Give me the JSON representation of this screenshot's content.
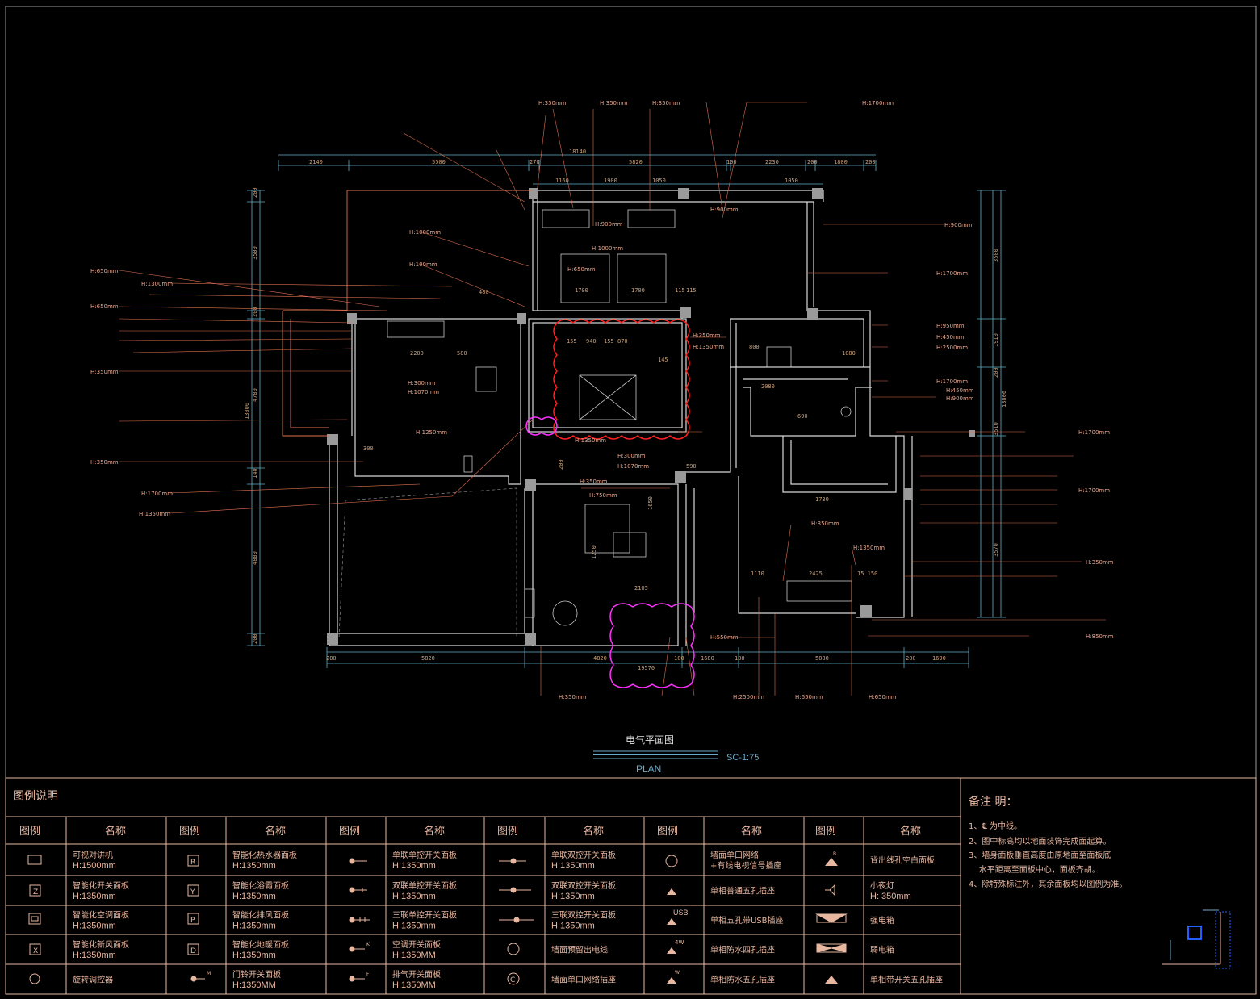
{
  "plan": {
    "title_cn": "电气平面图",
    "title_en": "PLAN",
    "scale": "SC-1:75",
    "top_dims_outer": [
      "2140",
      "5500",
      "270",
      "5820",
      "100",
      "2230",
      "200",
      "1800",
      "200"
    ],
    "top_total": "18140",
    "top_dims_inner": [
      "1160",
      "1900",
      "1050",
      "1050"
    ],
    "bottom_dims": [
      "200",
      "5820",
      "4820",
      "100",
      "1680",
      "100",
      "5080",
      "200",
      "1690"
    ],
    "bottom_total": "19570",
    "left_dims": [
      "200",
      "3500",
      "200",
      "4780",
      "13800",
      "140",
      "4880",
      "200"
    ],
    "right_dims": [
      "3500",
      "1910",
      "200",
      "13800",
      "3510",
      "3570"
    ],
    "room_dims": [
      "1700",
      "1700",
      "115",
      "115",
      "155",
      "940",
      "155",
      "870",
      "145",
      "2200",
      "1080",
      "2080",
      "1730",
      "2425",
      "1110",
      "2105",
      "1250",
      "1650",
      "480",
      "580",
      "590",
      "800",
      "690",
      "300",
      "200",
      "15 150"
    ],
    "heights_left": [
      "H:650mm",
      "H:1300mm",
      "H:650mm",
      "H:350mm",
      "H:350mm",
      "H:1700mm",
      "H:1350mm"
    ],
    "heights_top": [
      "H:350mm",
      "H:350mm",
      "H:350mm",
      "H:1700mm",
      "H:900mm",
      "H:900mm",
      "H:1000mm",
      "H:100mm",
      "H:1000mm",
      "H:650mm"
    ],
    "heights_right": [
      "H:900mm",
      "H:1700mm",
      "H:950mm",
      "H:450mm",
      "H:2500mm",
      "H:1700mm",
      "H:450mm",
      "H:900mm",
      "H:1700mm",
      "H:1700mm",
      "H:350mm",
      "H:850mm"
    ],
    "heights_center": [
      "H:350mm",
      "H:1350mm",
      "H:300mm",
      "H:1070mm",
      "H:1250mm",
      "H:1350mm",
      "H:300mm",
      "H:1070mm",
      "H:350mm",
      "H:750mm",
      "H:350mm",
      "H:1350mm",
      "H:550mm"
    ],
    "heights_bottom": [
      "H:350mm",
      "H:2500mm",
      "H:650mm",
      "H:650mm"
    ]
  },
  "legend": {
    "title": "图例说明",
    "col_header_icon": "图例",
    "col_header_name": "名称",
    "rows": [
      [
        {
          "icon": "tv-icon",
          "name": "可视对讲机",
          "h": "H:1500mm"
        },
        {
          "icon": "R",
          "name": "智能化热水器面板",
          "h": "H:1350mm"
        },
        {
          "icon": "single-switch-icon",
          "name": "单联单控开关面板",
          "h": "H:1350mm"
        },
        {
          "icon": "single-double-switch-icon",
          "name": "单联双控开关面板",
          "h": "H:1350mm"
        },
        {
          "icon": "network-tv-icon",
          "name": "墙面单口网络\n+有线电视信号插座",
          "h": ""
        },
        {
          "icon": "B",
          "name": "背出线孔空白面板",
          "h": ""
        }
      ],
      [
        {
          "icon": "Z",
          "name": "智能化开关面板",
          "h": "H:1350mm"
        },
        {
          "icon": "Y",
          "name": "智能化浴霸面板",
          "h": "H:1350mm"
        },
        {
          "icon": "double-switch-icon",
          "name": "双联单控开关面板",
          "h": "H:1350mm"
        },
        {
          "icon": "double-double-switch-icon",
          "name": "双联双控开关面板",
          "h": "H:1350mm"
        },
        {
          "icon": "socket-icon",
          "name": "单相普通五孔插座",
          "h": ""
        },
        {
          "icon": "night-light-icon",
          "name": "小夜灯",
          "h": "H: 350mm"
        }
      ],
      [
        {
          "icon": "ac-panel-icon",
          "name": "智能化空调面板",
          "h": "H:1350mm"
        },
        {
          "icon": "P",
          "name": "智能化排风面板",
          "h": "H:1350mm"
        },
        {
          "icon": "triple-switch-icon",
          "name": "三联单控开关面板",
          "h": "H:1350mm"
        },
        {
          "icon": "triple-double-switch-icon",
          "name": "三联双控开关面板",
          "h": "H:1350mm"
        },
        {
          "icon": "USB",
          "name": "单相五孔带USB插座",
          "h": ""
        },
        {
          "icon": "strong-box-icon",
          "name": "强电箱",
          "h": ""
        }
      ],
      [
        {
          "icon": "X",
          "name": "智能化新风面板",
          "h": "H:1350mm"
        },
        {
          "icon": "D",
          "name": "智能化地暖面板",
          "h": "H:1350mm"
        },
        {
          "icon": "K",
          "name": "空调开关面板",
          "h": "H:1350MM"
        },
        {
          "icon": "wall-outlet-icon",
          "name": "墙面预留出电线",
          "h": ""
        },
        {
          "icon": "4W",
          "name": "单相防水四孔插座",
          "h": ""
        },
        {
          "icon": "weak-box-icon",
          "name": "弱电箱",
          "h": ""
        }
      ],
      [
        {
          "icon": "dimmer-icon",
          "name": "旋转调控器",
          "h": ""
        },
        {
          "icon": "M",
          "name": "门铃开关面板",
          "h": "H:1350MM"
        },
        {
          "icon": "F",
          "name": "排气开关面板",
          "h": "H:1350MM"
        },
        {
          "icon": "C",
          "name": "墙面单口网络插座",
          "h": ""
        },
        {
          "icon": "W",
          "name": "单相防水五孔插座",
          "h": ""
        },
        {
          "icon": "switch-socket-icon",
          "name": "单相带开关五孔插座",
          "h": ""
        }
      ]
    ]
  },
  "notes": {
    "title": "备注 明：",
    "items": [
      "1、℄ 为中线。",
      "2、图中标高均以地面装饰完成面起算。",
      "3、墙身面板垂直高度由原地面至面板底",
      "    水平距离至面板中心，面板齐胡。",
      "4、除特殊标注外，其余面板均以图例为准。"
    ]
  },
  "colors": {
    "wall": "#d8d8d8",
    "leader": "#e07050",
    "dim": "#5fb0c8",
    "cloud_red": "#ff2020",
    "cloud_magenta": "#ff30ff",
    "legend_line": "#e8b7a0",
    "blue": "#2060ff"
  }
}
